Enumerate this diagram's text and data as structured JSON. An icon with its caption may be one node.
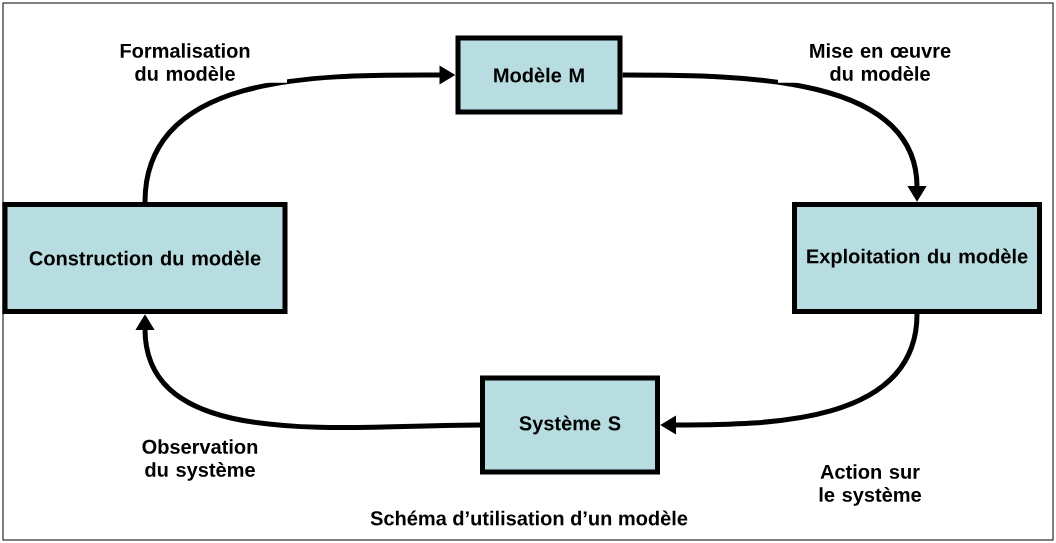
{
  "diagram": {
    "caption": "Schéma d’utilisation d’un modèle",
    "nodes": [
      {
        "text": [
          "Modèle M"
        ]
      },
      {
        "text": [
          "Exploitation du modèle"
        ]
      },
      {
        "text": [
          "Système S"
        ]
      },
      {
        "text": [
          "Construction du modèle"
        ]
      }
    ],
    "edges": [
      {
        "from": 3,
        "to": 0,
        "arrow": "to",
        "label": "Formalisation du modèle"
      },
      {
        "from": 0,
        "to": 1,
        "arrow": "to",
        "label": "Mise en œuvre du modèle"
      },
      {
        "from": 1,
        "to": 2,
        "arrow": "to",
        "label": "Action sur le système"
      },
      {
        "from": 2,
        "to": 3,
        "arrow": "to",
        "label": "Observation du système"
      }
    ]
  }
}
